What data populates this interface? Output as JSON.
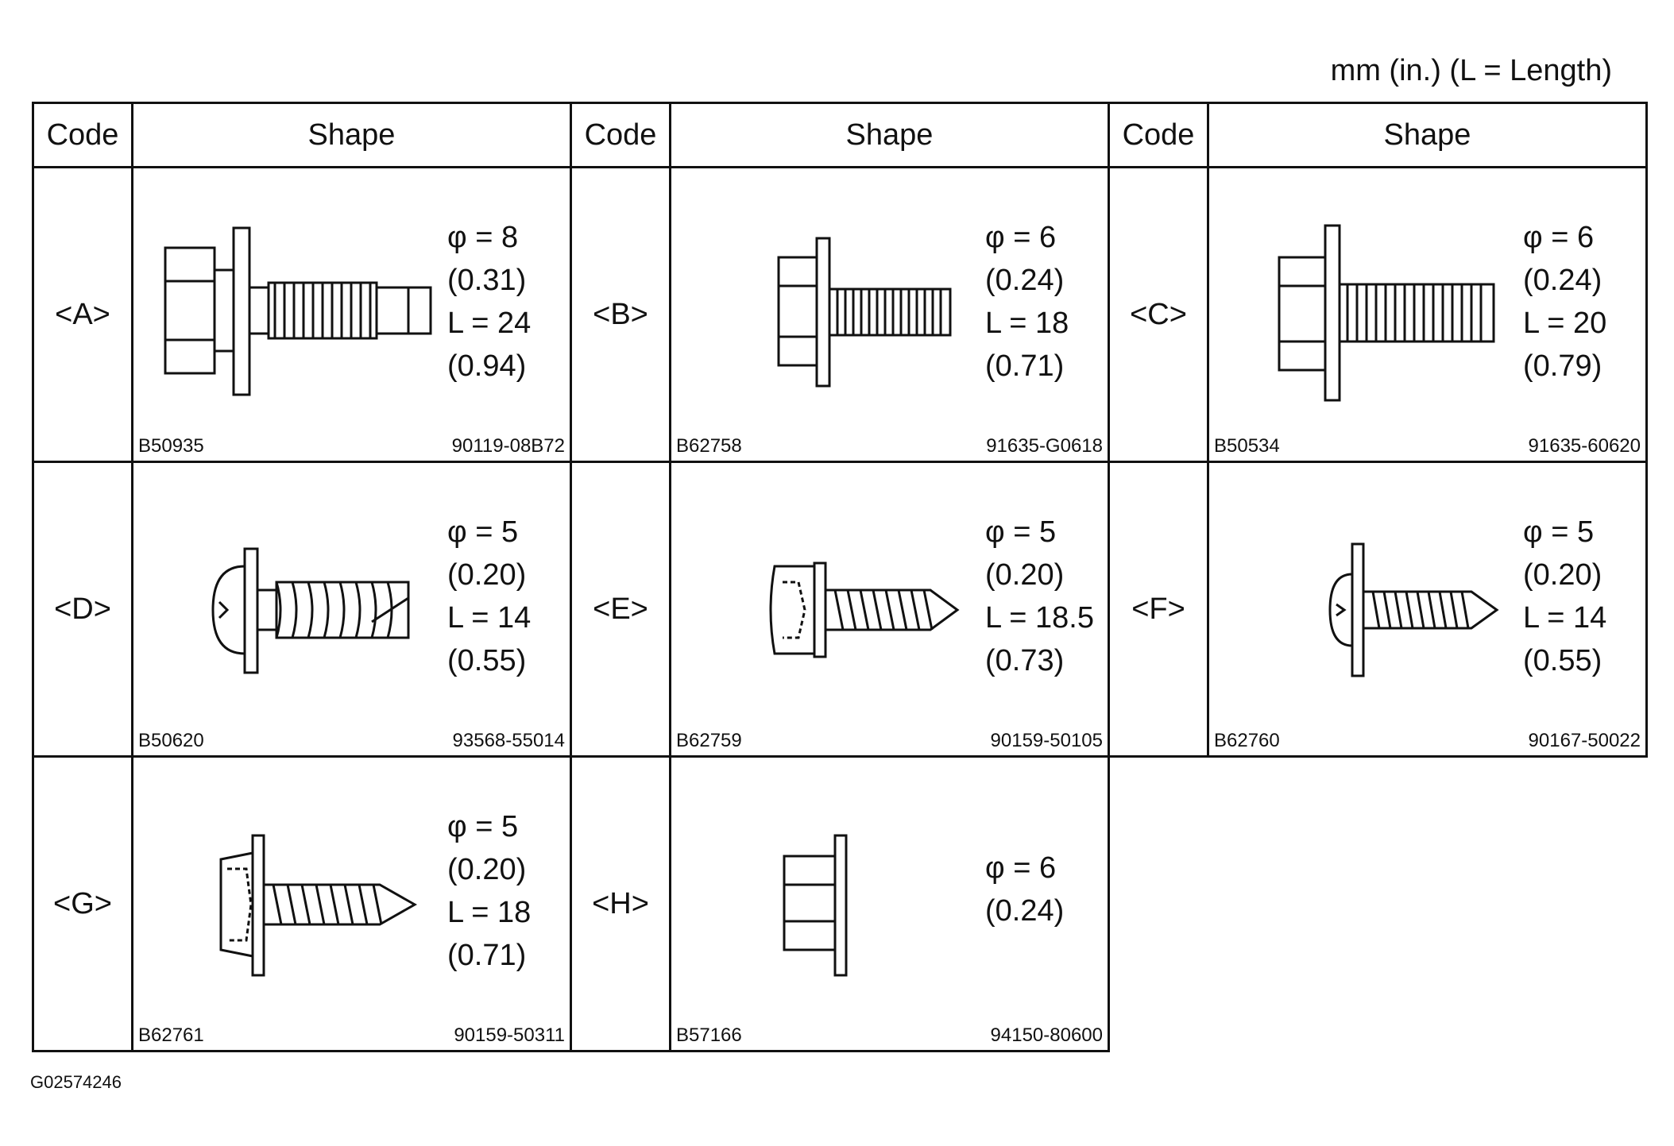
{
  "units_note": "mm (in.) (L = Length)",
  "header": {
    "code": "Code",
    "shape": "Shape"
  },
  "figure_id": "G02574246",
  "parts": [
    {
      "code": "<A>",
      "diameter": "φ = 8",
      "diameter_in": "(0.31)",
      "length": "L = 24",
      "length_in": "(0.94)",
      "illustration": "B50935",
      "part_number": "90119-08B72",
      "icon": "hex-flange-bolt-pilot-icon"
    },
    {
      "code": "<B>",
      "diameter": "φ = 6",
      "diameter_in": "(0.24)",
      "length": "L = 18",
      "length_in": "(0.71)",
      "illustration": "B62758",
      "part_number": "91635-G0618",
      "icon": "hex-flange-bolt-icon"
    },
    {
      "code": "<C>",
      "diameter": "φ = 6",
      "diameter_in": "(0.24)",
      "length": "L = 20",
      "length_in": "(0.79)",
      "illustration": "B50534",
      "part_number": "91635-60620",
      "icon": "hex-flange-bolt-icon"
    },
    {
      "code": "<D>",
      "diameter": "φ = 5",
      "diameter_in": "(0.20)",
      "length": "L = 14",
      "length_in": "(0.55)",
      "illustration": "B50620",
      "part_number": "93568-55014",
      "icon": "pan-head-tapping-screw-icon"
    },
    {
      "code": "<E>",
      "diameter": "φ = 5",
      "diameter_in": "(0.20)",
      "length": "L = 18.5",
      "length_in": "(0.73)",
      "illustration": "B62759",
      "part_number": "90159-50105",
      "icon": "hex-washer-tapping-screw-icon"
    },
    {
      "code": "<F>",
      "diameter": "φ = 5",
      "diameter_in": "(0.20)",
      "length": "L = 14",
      "length_in": "(0.55)",
      "illustration": "B62760",
      "part_number": "90167-50022",
      "icon": "pan-head-pointed-screw-icon"
    },
    {
      "code": "<G>",
      "diameter": "φ = 5",
      "diameter_in": "(0.20)",
      "length": "L = 18",
      "length_in": "(0.71)",
      "illustration": "B62761",
      "part_number": "90159-50311",
      "icon": "hex-washer-pointed-screw-icon"
    },
    {
      "code": "<H>",
      "diameter": "φ = 6",
      "diameter_in": "(0.24)",
      "length": "",
      "length_in": "",
      "illustration": "B57166",
      "part_number": "94150-80600",
      "icon": "flange-nut-icon"
    }
  ]
}
